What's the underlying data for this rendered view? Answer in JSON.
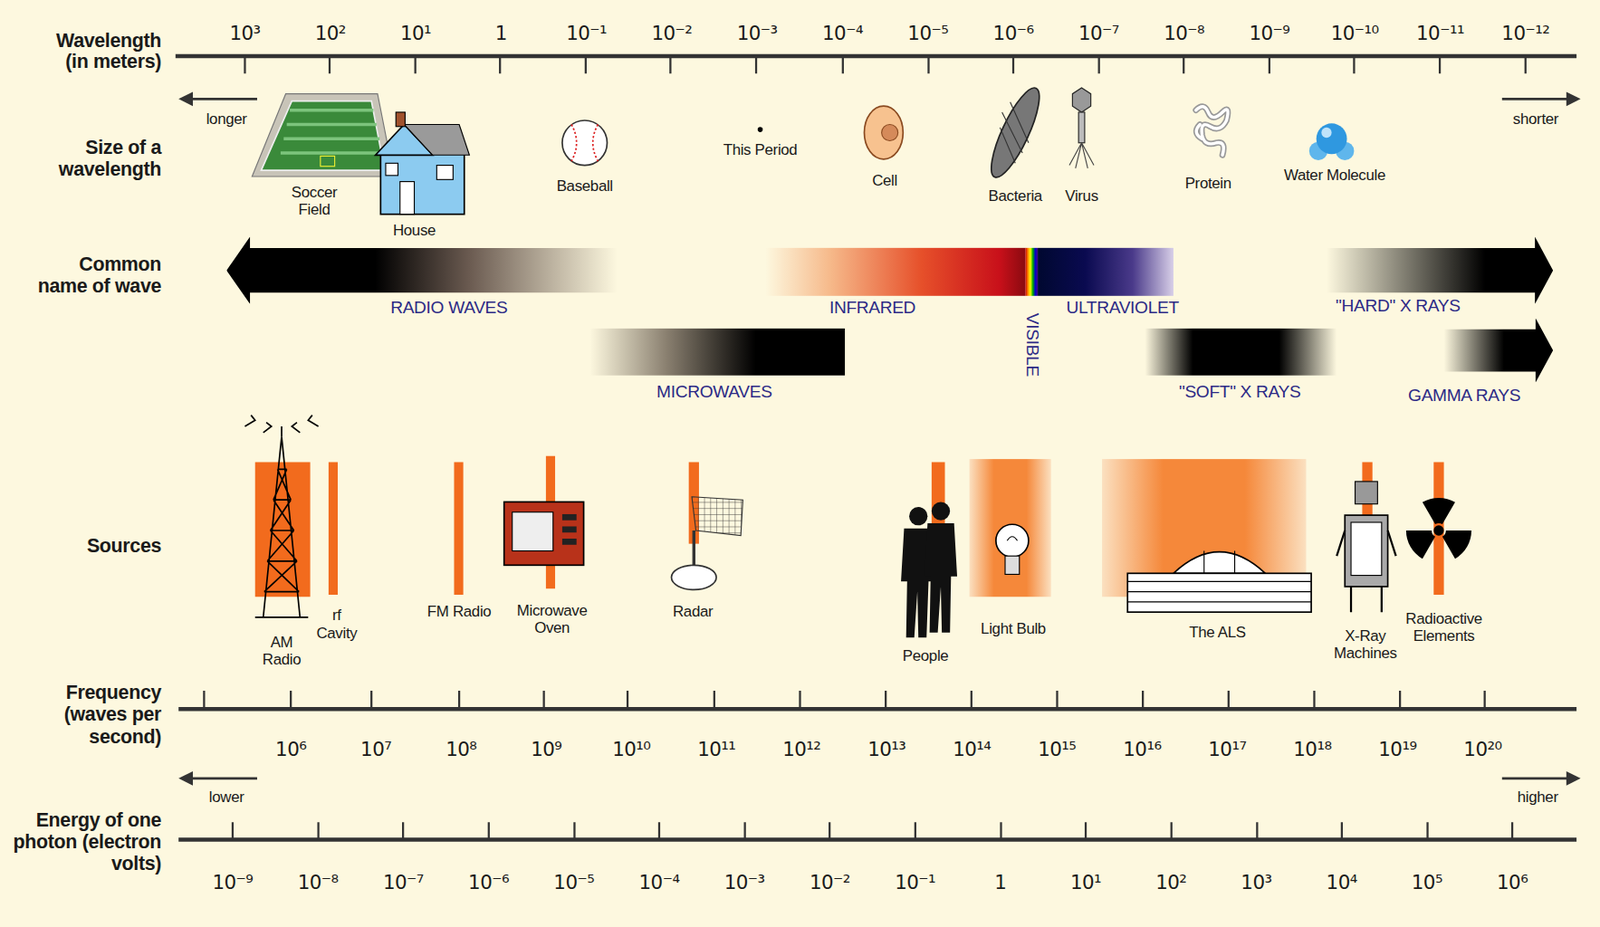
{
  "diagram": {
    "nodes": [
      {
        "text": [
          "RADIO WAVES"
        ]
      },
      {
        "text": [
          "INFRARED"
        ]
      },
      {
        "text": [
          "VISIBLE"
        ]
      },
      {
        "text": [
          "ULTRAVIOLET"
        ]
      },
      {
        "text": [
          "\"HARD\" X RAYS"
        ]
      },
      {
        "text": [
          "MICROWAVES"
        ]
      },
      {
        "text": [
          "\"SOFT\" X RAYS"
        ]
      },
      {
        "text": [
          "GAMMA RAYS"
        ]
      }
    ],
    "labels": [
      "Wavelength (in meters)",
      "10³",
      "10²",
      "10¹",
      "1",
      "10⁻¹",
      "10⁻²",
      "10⁻³",
      "10⁻⁴",
      "10⁻⁵",
      "10⁻⁶",
      "10⁻⁷",
      "10⁻⁸",
      "10⁻⁹",
      "10⁻¹⁰",
      "10⁻¹¹",
      "10⁻¹²",
      "longer",
      "shorter",
      "Size of a wavelength",
      "Soccer Field",
      "House",
      "Baseball",
      "This Period",
      "Cell",
      "Bacteria",
      "Virus",
      "Protein",
      "Water Molecule",
      "Common name of wave",
      "Sources",
      "AM Radio",
      "rf Cavity",
      "FM Radio",
      "Microwave Oven",
      "Radar",
      "People",
      "Light Bulb",
      "The ALS",
      "X-Ray Machines",
      "Radioactive Elements",
      "Frequency (waves per second)",
      "10⁶",
      "10⁷",
      "10⁸",
      "10⁹",
      "10¹⁰",
      "10¹¹",
      "10¹²",
      "10¹³",
      "10¹⁴",
      "10¹⁵",
      "10¹⁶",
      "10¹⁷",
      "10¹⁸",
      "10¹⁹",
      "10²⁰",
      "Energy of one photon (electron volts)",
      "lower",
      "higher",
      "10⁻⁹",
      "10⁻⁸",
      "10⁻⁷",
      "10⁻⁶",
      "10⁻⁵",
      "10⁻⁴",
      "10⁻³",
      "10⁻²",
      "10⁻¹",
      "1",
      "10¹",
      "10²",
      "10³",
      "10⁴",
      "10⁵",
      "10⁶"
    ]
  }
}
